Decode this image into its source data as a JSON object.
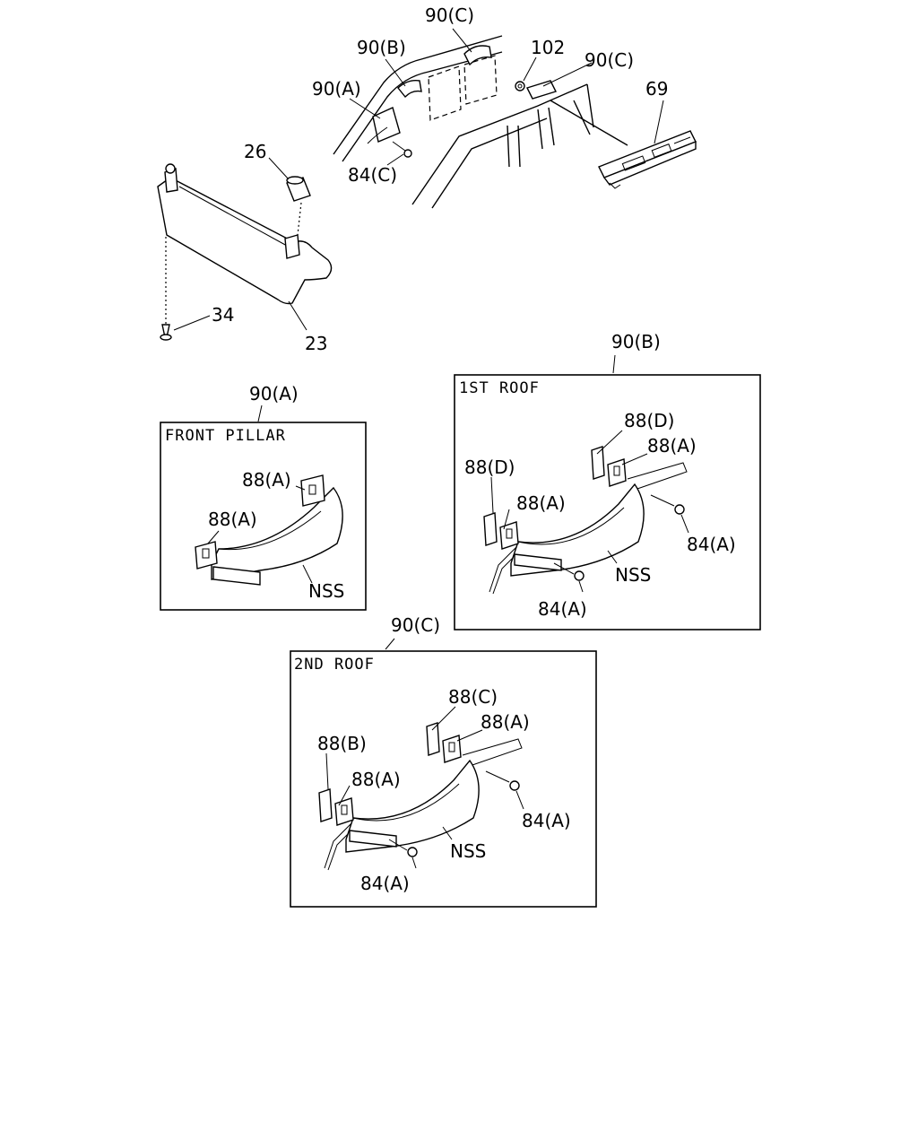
{
  "callouts": {
    "c90C_top": "90(C)",
    "c90B_top": "90(B)",
    "c90A_top": "90(A)",
    "c102": "102",
    "c90C_right": "90(C)",
    "c69": "69",
    "c84C": "84(C)",
    "c26": "26",
    "c34": "34",
    "c23": "23"
  },
  "detail_front_pillar": {
    "ref": "90(A)",
    "title": "FRONT PILLAR",
    "labels": {
      "a1": "88(A)",
      "a2": "88(A)",
      "nss": "NSS"
    }
  },
  "detail_1st_roof": {
    "ref": "90(B)",
    "title": "1ST ROOF",
    "labels": {
      "d_right": "88(D)",
      "a_right": "88(A)",
      "d_left": "88(D)",
      "a_left": "88(A)",
      "b_right": "84(A)",
      "b_bottom": "84(A)",
      "nss": "NSS"
    }
  },
  "detail_2nd_roof": {
    "ref": "90(C)",
    "title": "2ND ROOF",
    "labels": {
      "c_right": "88(C)",
      "a_right": "88(A)",
      "b_left": "88(B)",
      "a_left": "88(A)",
      "s_right": "84(A)",
      "s_bottom": "84(A)",
      "nss": "NSS"
    }
  }
}
